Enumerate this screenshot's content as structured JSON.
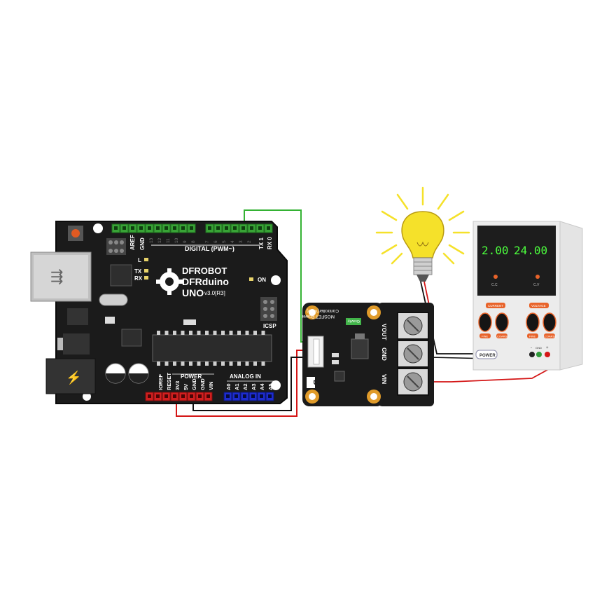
{
  "arduino": {
    "brand": "DFROBOT",
    "model": "DFRduino",
    "version_prefix": "UNO",
    "version": "v3.0[R3]",
    "digital_header_label": "DIGITAL (PWM~)",
    "aref_label": "AREF",
    "gnd_label": "GND",
    "tx1_label": "TX 1",
    "rx0_label": "RX 0",
    "pin_numbers": [
      "13",
      "12",
      "11",
      "10",
      "9",
      "8",
      "7",
      "6",
      "5",
      "4",
      "3",
      "2"
    ],
    "led_l_label": "L",
    "led_tx_label": "TX",
    "led_rx_label": "RX",
    "on_label": "ON",
    "icsp_label": "ICSP",
    "power_label": "POWER",
    "analog_label": "ANALOG IN",
    "power_pins": [
      "IOREF",
      "RESET",
      "3V3",
      "5V",
      "GND",
      "GND",
      "VIN"
    ],
    "analog_pins": [
      "A0",
      "A1",
      "A2",
      "A3",
      "A4",
      "A5"
    ]
  },
  "mosfet": {
    "title_line1": "MOSFET Power",
    "title_line2": "Controller(V1.0)",
    "badge": "Gravity",
    "terminals": [
      "VOUT",
      "GND",
      "VIN"
    ],
    "logo_letter": "D"
  },
  "power_supply": {
    "current_display": "2.00",
    "voltage_display": "24.00",
    "power_label": "POWER",
    "knob_labels": [
      "CURRENT",
      "VOLTAGE"
    ],
    "sub_labels": [
      "FINE",
      "COARSE",
      "FINE",
      "COARSE"
    ],
    "indicator_cc": "C.C",
    "indicator_cv": "C.V",
    "terminal_signs": [
      "-",
      "GND",
      "+"
    ]
  },
  "colors": {
    "pcb": "#1b1b1b",
    "header_green": "#38a336",
    "header_red": "#d21f1f",
    "header_blue": "#1d2ccf",
    "wire_green": "#34b233",
    "wire_red": "#d41616",
    "wire_black": "#111111",
    "display_green": "#4cff3d",
    "bulb_yellow": "#f5e12a"
  }
}
